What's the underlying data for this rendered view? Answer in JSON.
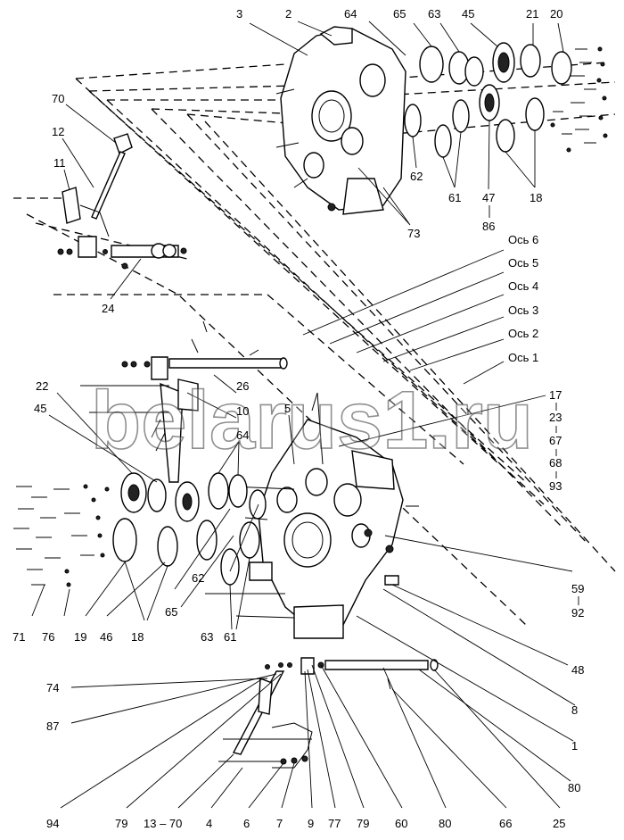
{
  "watermark": "belarus1.ru",
  "axis_labels": [
    "Ось 6",
    "Ось 5",
    "Ось 4",
    "Ось 3",
    "Ось 2",
    "Ось 1"
  ],
  "top_labels": [
    "3",
    "2",
    "64",
    "65",
    "63",
    "45",
    "21",
    "20"
  ],
  "upper_body_labels": [
    "62",
    "61",
    "47",
    "86",
    "18",
    "73"
  ],
  "lever_labels": [
    "70",
    "12",
    "11",
    "24"
  ],
  "mid_labels": [
    "22",
    "45",
    "26",
    "10",
    "64",
    "5"
  ],
  "right_stack": [
    "17",
    "23",
    "67",
    "68",
    "93"
  ],
  "right_pair": [
    "59",
    "92"
  ],
  "right_labels": [
    "48",
    "8",
    "1",
    "80"
  ],
  "left_labels": [
    "62",
    "65",
    "63",
    "61",
    "18",
    "71",
    "76",
    "19",
    "46"
  ],
  "lower_labels": [
    "74",
    "87"
  ],
  "bottom_labels": [
    "94",
    "79",
    "13 – 70",
    "4",
    "6",
    "7",
    "9",
    "77",
    "79",
    "60",
    "80",
    "66",
    "25"
  ]
}
